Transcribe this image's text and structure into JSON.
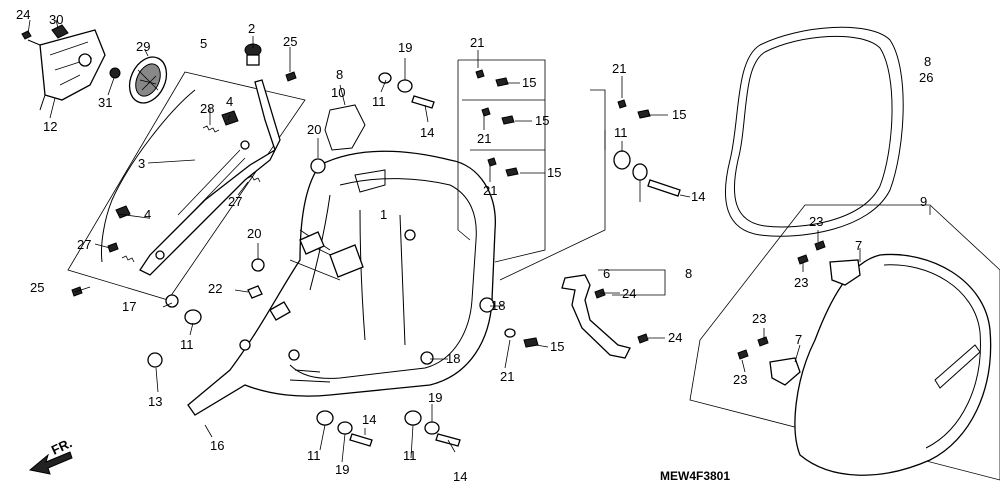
{
  "diagram_code": "MEW4F3801",
  "direction_label": "FR.",
  "callouts": [
    "1",
    "2",
    "3",
    "4",
    "4",
    "5",
    "6",
    "7",
    "7",
    "8",
    "8",
    "8",
    "9",
    "10",
    "11",
    "11",
    "11",
    "11",
    "11",
    "12",
    "13",
    "14",
    "14",
    "14",
    "14",
    "15",
    "15",
    "15",
    "15",
    "15",
    "16",
    "17",
    "18",
    "18",
    "19",
    "19",
    "19",
    "20",
    "20",
    "21",
    "21",
    "21",
    "21",
    "21",
    "22",
    "23",
    "23",
    "23",
    "23",
    "24",
    "24",
    "24",
    "25",
    "25",
    "26",
    "27",
    "27",
    "28",
    "29",
    "30",
    "31"
  ]
}
